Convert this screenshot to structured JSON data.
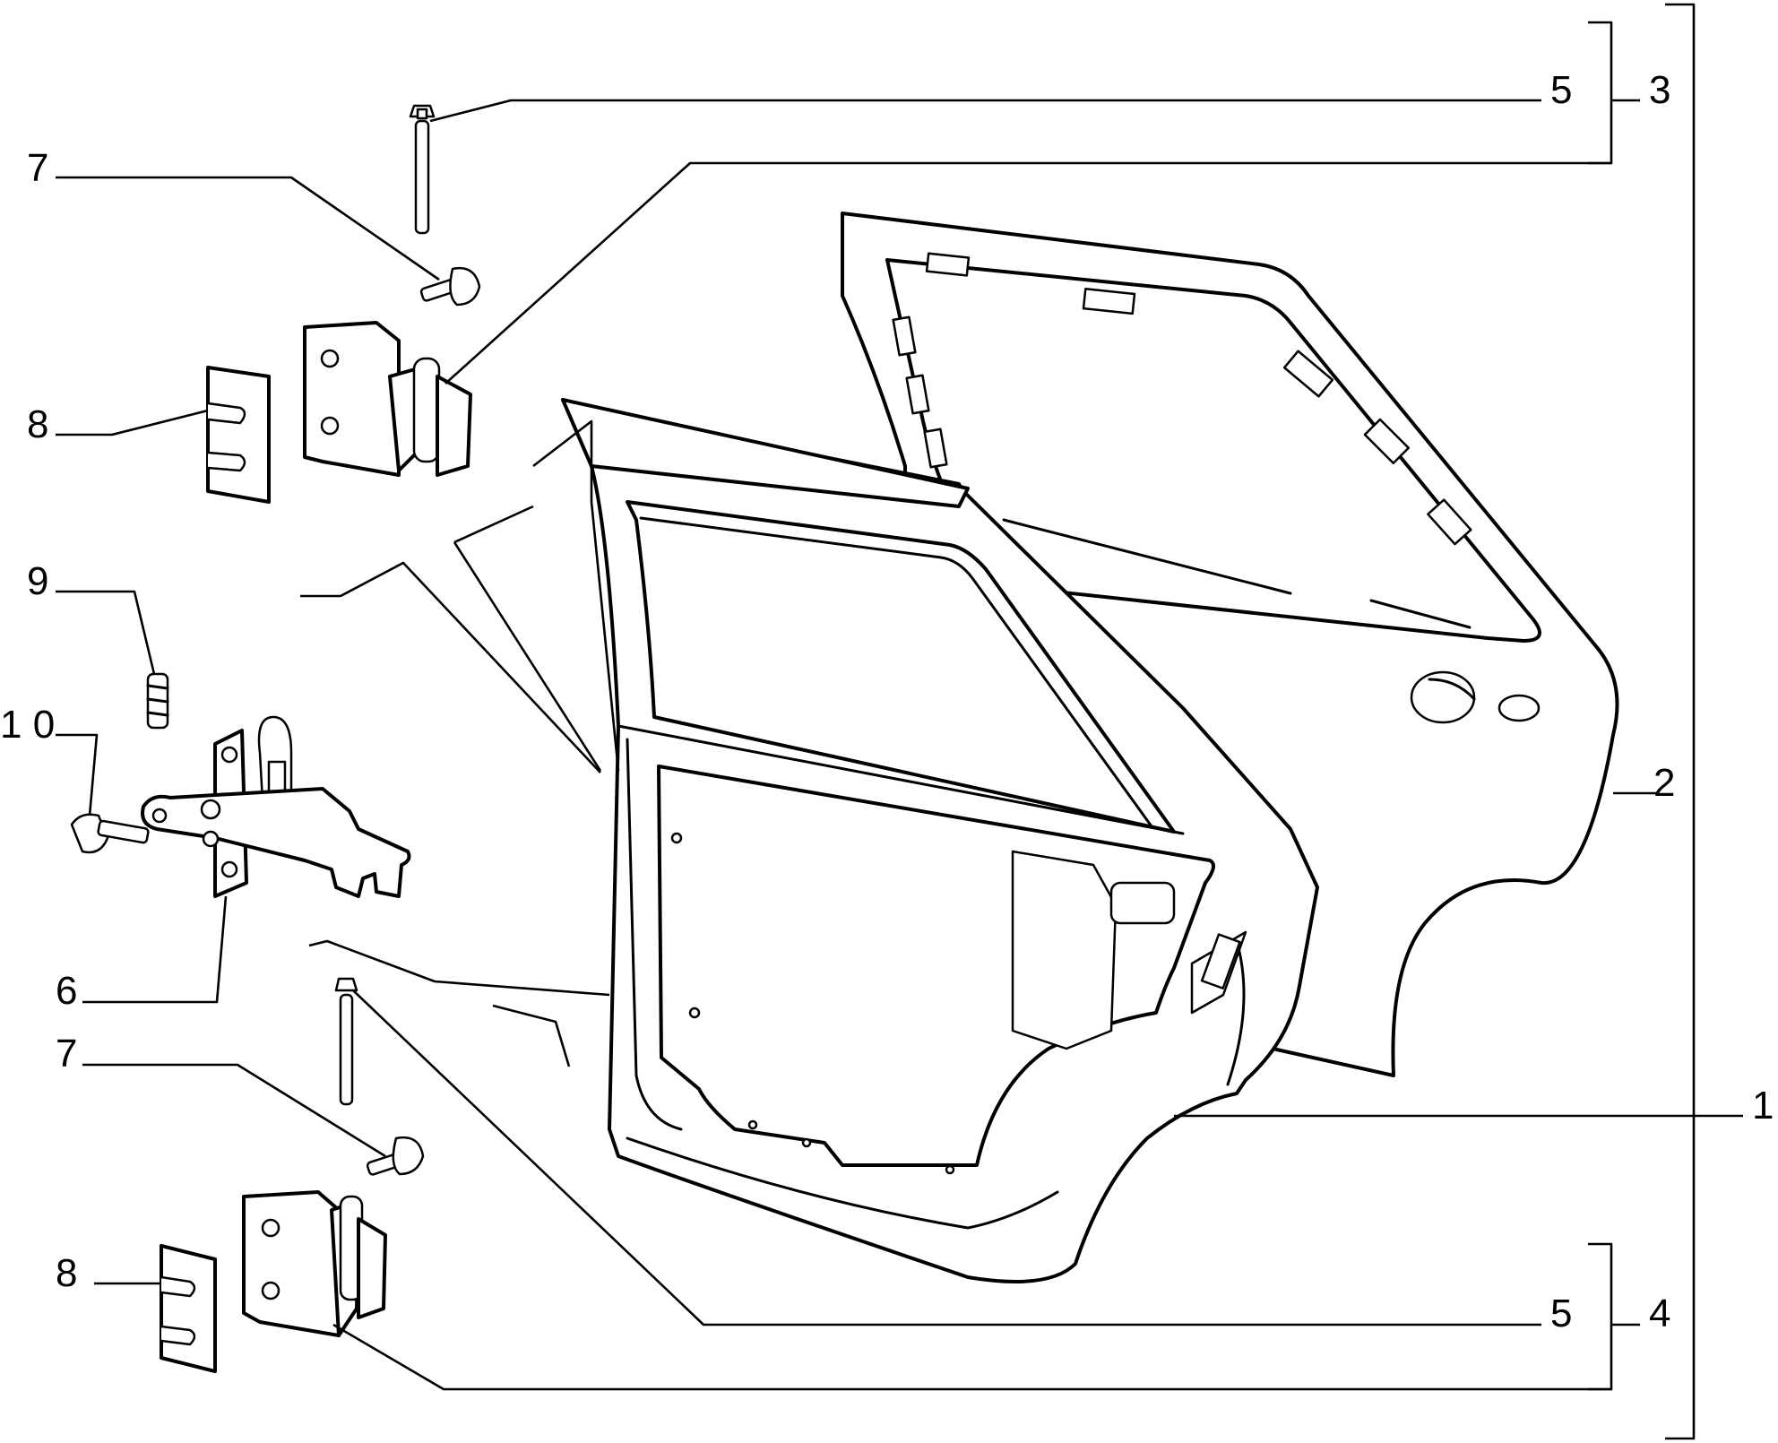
{
  "callouts": [
    {
      "id": "c5-top",
      "text": "5"
    },
    {
      "id": "c3",
      "text": "3"
    },
    {
      "id": "c7-top",
      "text": "7"
    },
    {
      "id": "c8-top",
      "text": "8"
    },
    {
      "id": "c9",
      "text": "9"
    },
    {
      "id": "c10",
      "text": "1 0"
    },
    {
      "id": "c2",
      "text": "2"
    },
    {
      "id": "c6",
      "text": "6"
    },
    {
      "id": "c7-bottom",
      "text": "7"
    },
    {
      "id": "c1",
      "text": "1"
    },
    {
      "id": "c8-bottom",
      "text": "8"
    },
    {
      "id": "c5-bottom",
      "text": "5"
    },
    {
      "id": "c4",
      "text": "4"
    }
  ]
}
